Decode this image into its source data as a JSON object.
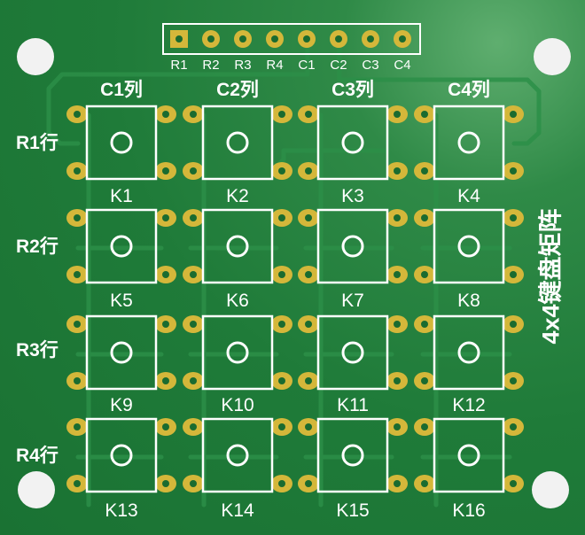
{
  "header_pins": [
    "R1",
    "R2",
    "R3",
    "R4",
    "C1",
    "C2",
    "C3",
    "C4"
  ],
  "columns": [
    "C1列",
    "C2列",
    "C3列",
    "C4列"
  ],
  "rows": [
    "R1行",
    "R2行",
    "R3行",
    "R4行"
  ],
  "keys": [
    "K1",
    "K2",
    "K3",
    "K4",
    "K5",
    "K6",
    "K7",
    "K8",
    "K9",
    "K10",
    "K11",
    "K12",
    "K13",
    "K14",
    "K15",
    "K16"
  ],
  "title": "4x4键盘矩阵",
  "colors": {
    "board": "#1f7a3a",
    "trace": "#2b8d47",
    "silkscreen": "#ffffff",
    "pad_gold": "#d4b73a",
    "mount_hole": "#f2f2f2"
  }
}
